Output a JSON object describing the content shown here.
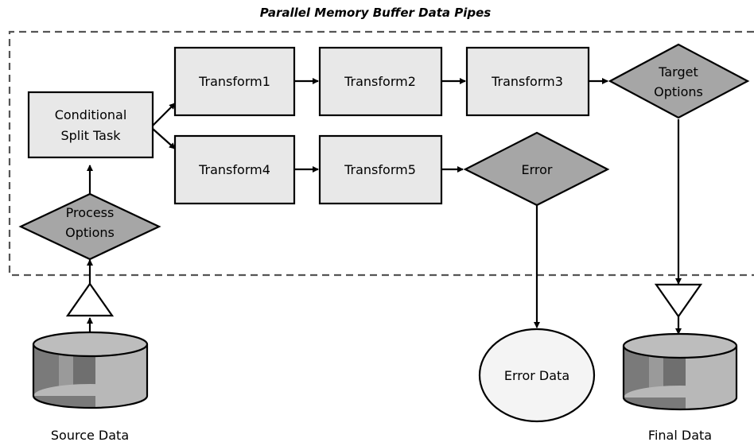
{
  "title": "Parallel Memory Buffer Data Pipes",
  "nodes": {
    "conditional_split": [
      "Conditional",
      "Split Task"
    ],
    "transform1": "Transform1",
    "transform2": "Transform2",
    "transform3": "Transform3",
    "transform4": "Transform4",
    "transform5": "Transform5",
    "target_options": [
      "Target",
      "Options"
    ],
    "process_options": [
      "Process",
      "Options"
    ],
    "error": "Error",
    "error_data": "Error Data",
    "source_data": "Source Data",
    "final_data": "Final Data"
  },
  "colors": {
    "box_fill": "#e8e8e8",
    "diamond_fill": "#a6a6a6",
    "cylinder_dark": "#6f6f6f",
    "cylinder_mid": "#8c8c8c",
    "cylinder_light": "#b8b8b8",
    "border": "#555555"
  }
}
